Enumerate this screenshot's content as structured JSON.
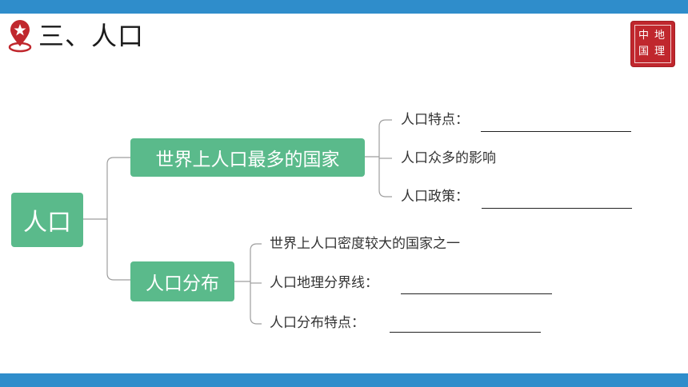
{
  "title": "三、人口",
  "seal": {
    "chars": [
      "中",
      "地",
      "国",
      "理"
    ]
  },
  "colors": {
    "header_bar": "#2f8dcb",
    "node_fill": "#5aba8b",
    "seal_red": "#c0272d",
    "icon_red": "#c0272d"
  },
  "mindmap": {
    "root": "人口",
    "branches": [
      {
        "label": "世界上人口最多的国家",
        "children": [
          "人口特点：",
          "人口众多的影响",
          "人口政策："
        ]
      },
      {
        "label": "人口分布",
        "children": [
          "世界上人口密度较大的国家之一",
          "人口地理分界线：",
          "人口分布特点："
        ]
      }
    ]
  }
}
